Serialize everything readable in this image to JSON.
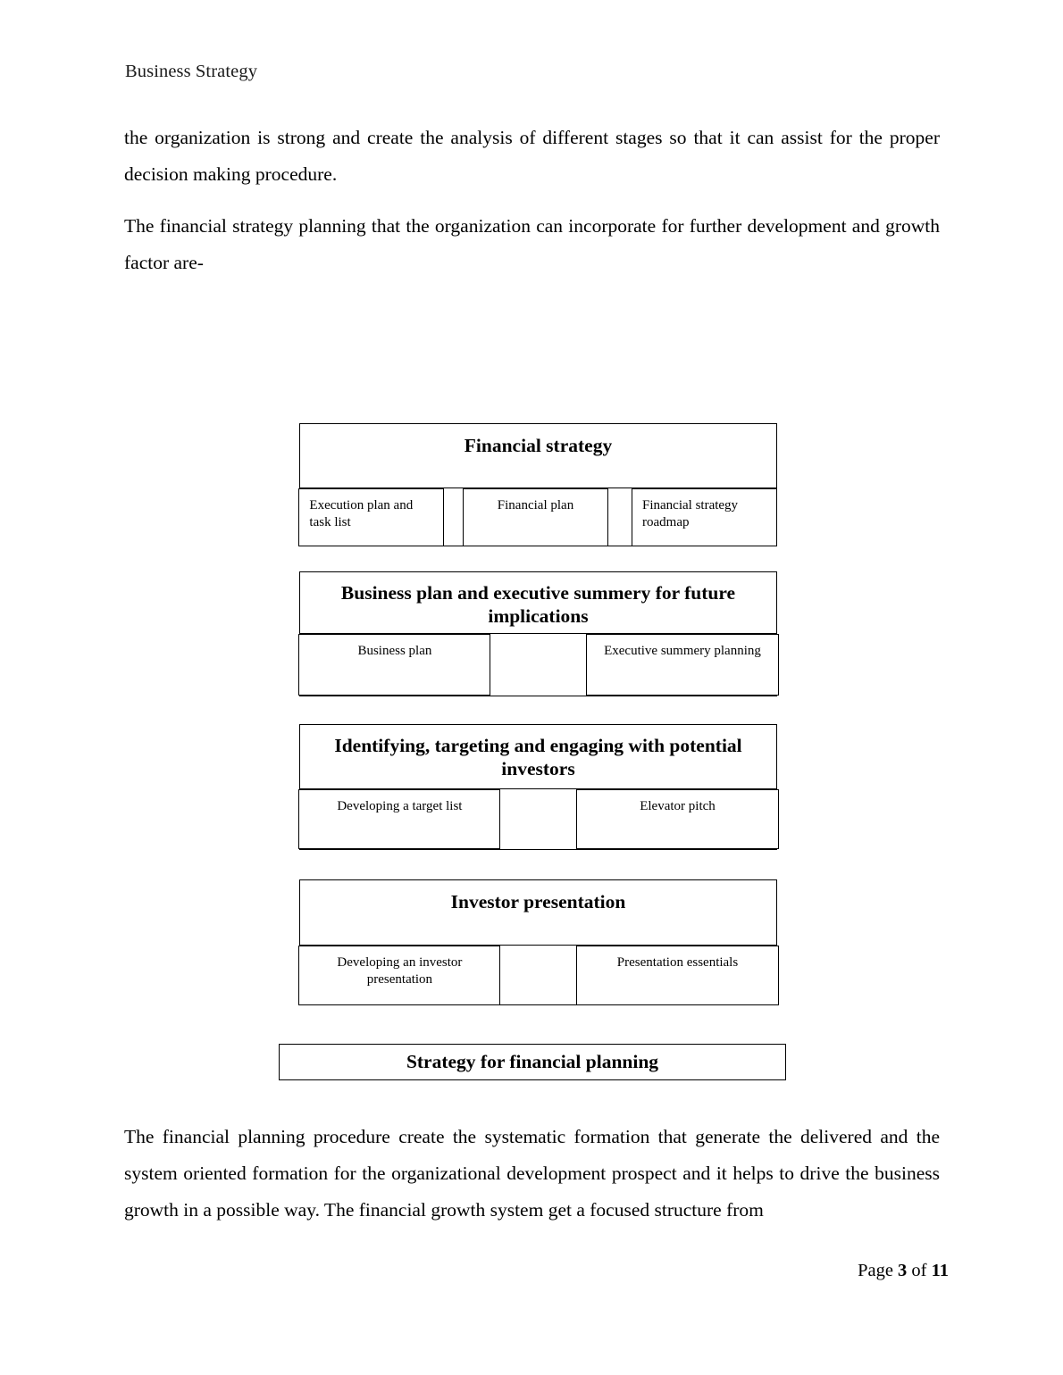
{
  "document": {
    "running_header": "Business Strategy",
    "page_footer": {
      "prefix": "Page ",
      "current_page": "3",
      "middle": " of ",
      "total_pages": "11"
    }
  },
  "body": {
    "paragraph_1": "the organization is strong and create the analysis of different stages so that it can assist for the proper decision making procedure.",
    "paragraph_2": "The financial strategy planning that the organization can incorporate for further development and growth factor are-",
    "paragraph_3": "The financial planning procedure create the systematic formation that generate the delivered and the system oriented formation for the organizational development prospect and it helps to drive the business growth in a possible way. The financial growth system get a focused structure from"
  },
  "diagram": {
    "groups": [
      {
        "heading": "Financial strategy",
        "cells": [
          "Execution plan and task list",
          "Financial plan",
          "Financial strategy roadmap"
        ]
      },
      {
        "heading": "Business plan and executive summery for future implications",
        "cells": [
          "Business plan",
          "Executive summery planning"
        ]
      },
      {
        "heading": "Identifying, targeting and engaging with potential investors",
        "cells": [
          "Developing a target list",
          "Elevator pitch"
        ]
      },
      {
        "heading": "Investor presentation",
        "cells": [
          "Developing an investor presentation",
          "Presentation essentials"
        ]
      }
    ],
    "footer_box": "Strategy for financial planning"
  }
}
